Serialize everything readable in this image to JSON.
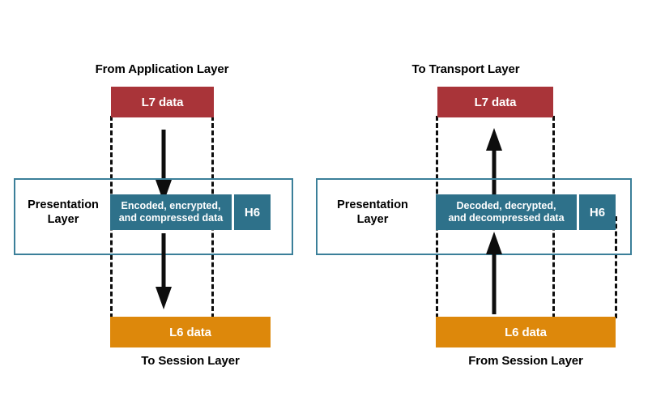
{
  "diagram": {
    "title": "OSI Presentation Layer encapsulation and decapsulation",
    "colors": {
      "l7_red": "#a93439",
      "l6_orange": "#dd880b",
      "pdu_teal": "#2e718a",
      "frame_border": "#3b7f99",
      "arrow_black": "#0d0d0d",
      "text_dark": "#000000",
      "text_light": "#ffffff"
    }
  },
  "left": {
    "top_caption": "From Application Layer",
    "top_bar_label": "L7 data",
    "layer_name": "Presentation\nLayer",
    "pdu_payload": "Encoded, encrypted,\nand compressed data",
    "pdu_header": "H6",
    "bottom_bar_label": "L6 data",
    "bottom_caption": "To Session Layer",
    "arrow_top_direction": "down",
    "arrow_bottom_direction": "down"
  },
  "right": {
    "top_caption": "To Transport Layer",
    "top_bar_label": "L7 data",
    "layer_name": "Presentation\nLayer",
    "pdu_payload": "Decoded, decrypted,\nand decompressed data",
    "pdu_header": "H6",
    "bottom_bar_label": "L6 data",
    "bottom_caption": "From Session Layer",
    "arrow_top_direction": "up",
    "arrow_bottom_direction": "up"
  }
}
